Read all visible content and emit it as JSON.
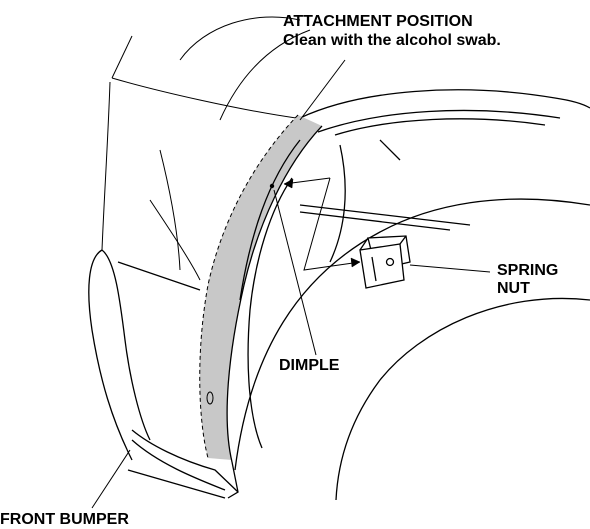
{
  "labels": {
    "attachment_position_title": "ATTACHMENT POSITION",
    "attachment_position_note": "Clean with the alcohol swab.",
    "spring_nut_line1": "SPRING",
    "spring_nut_line2": "NUT",
    "dimple": "DIMPLE",
    "front_bumper": "FRONT BUMPER"
  },
  "colors": {
    "line": "#000000",
    "attachment_band": "#c8c8c8",
    "background": "#ffffff"
  }
}
